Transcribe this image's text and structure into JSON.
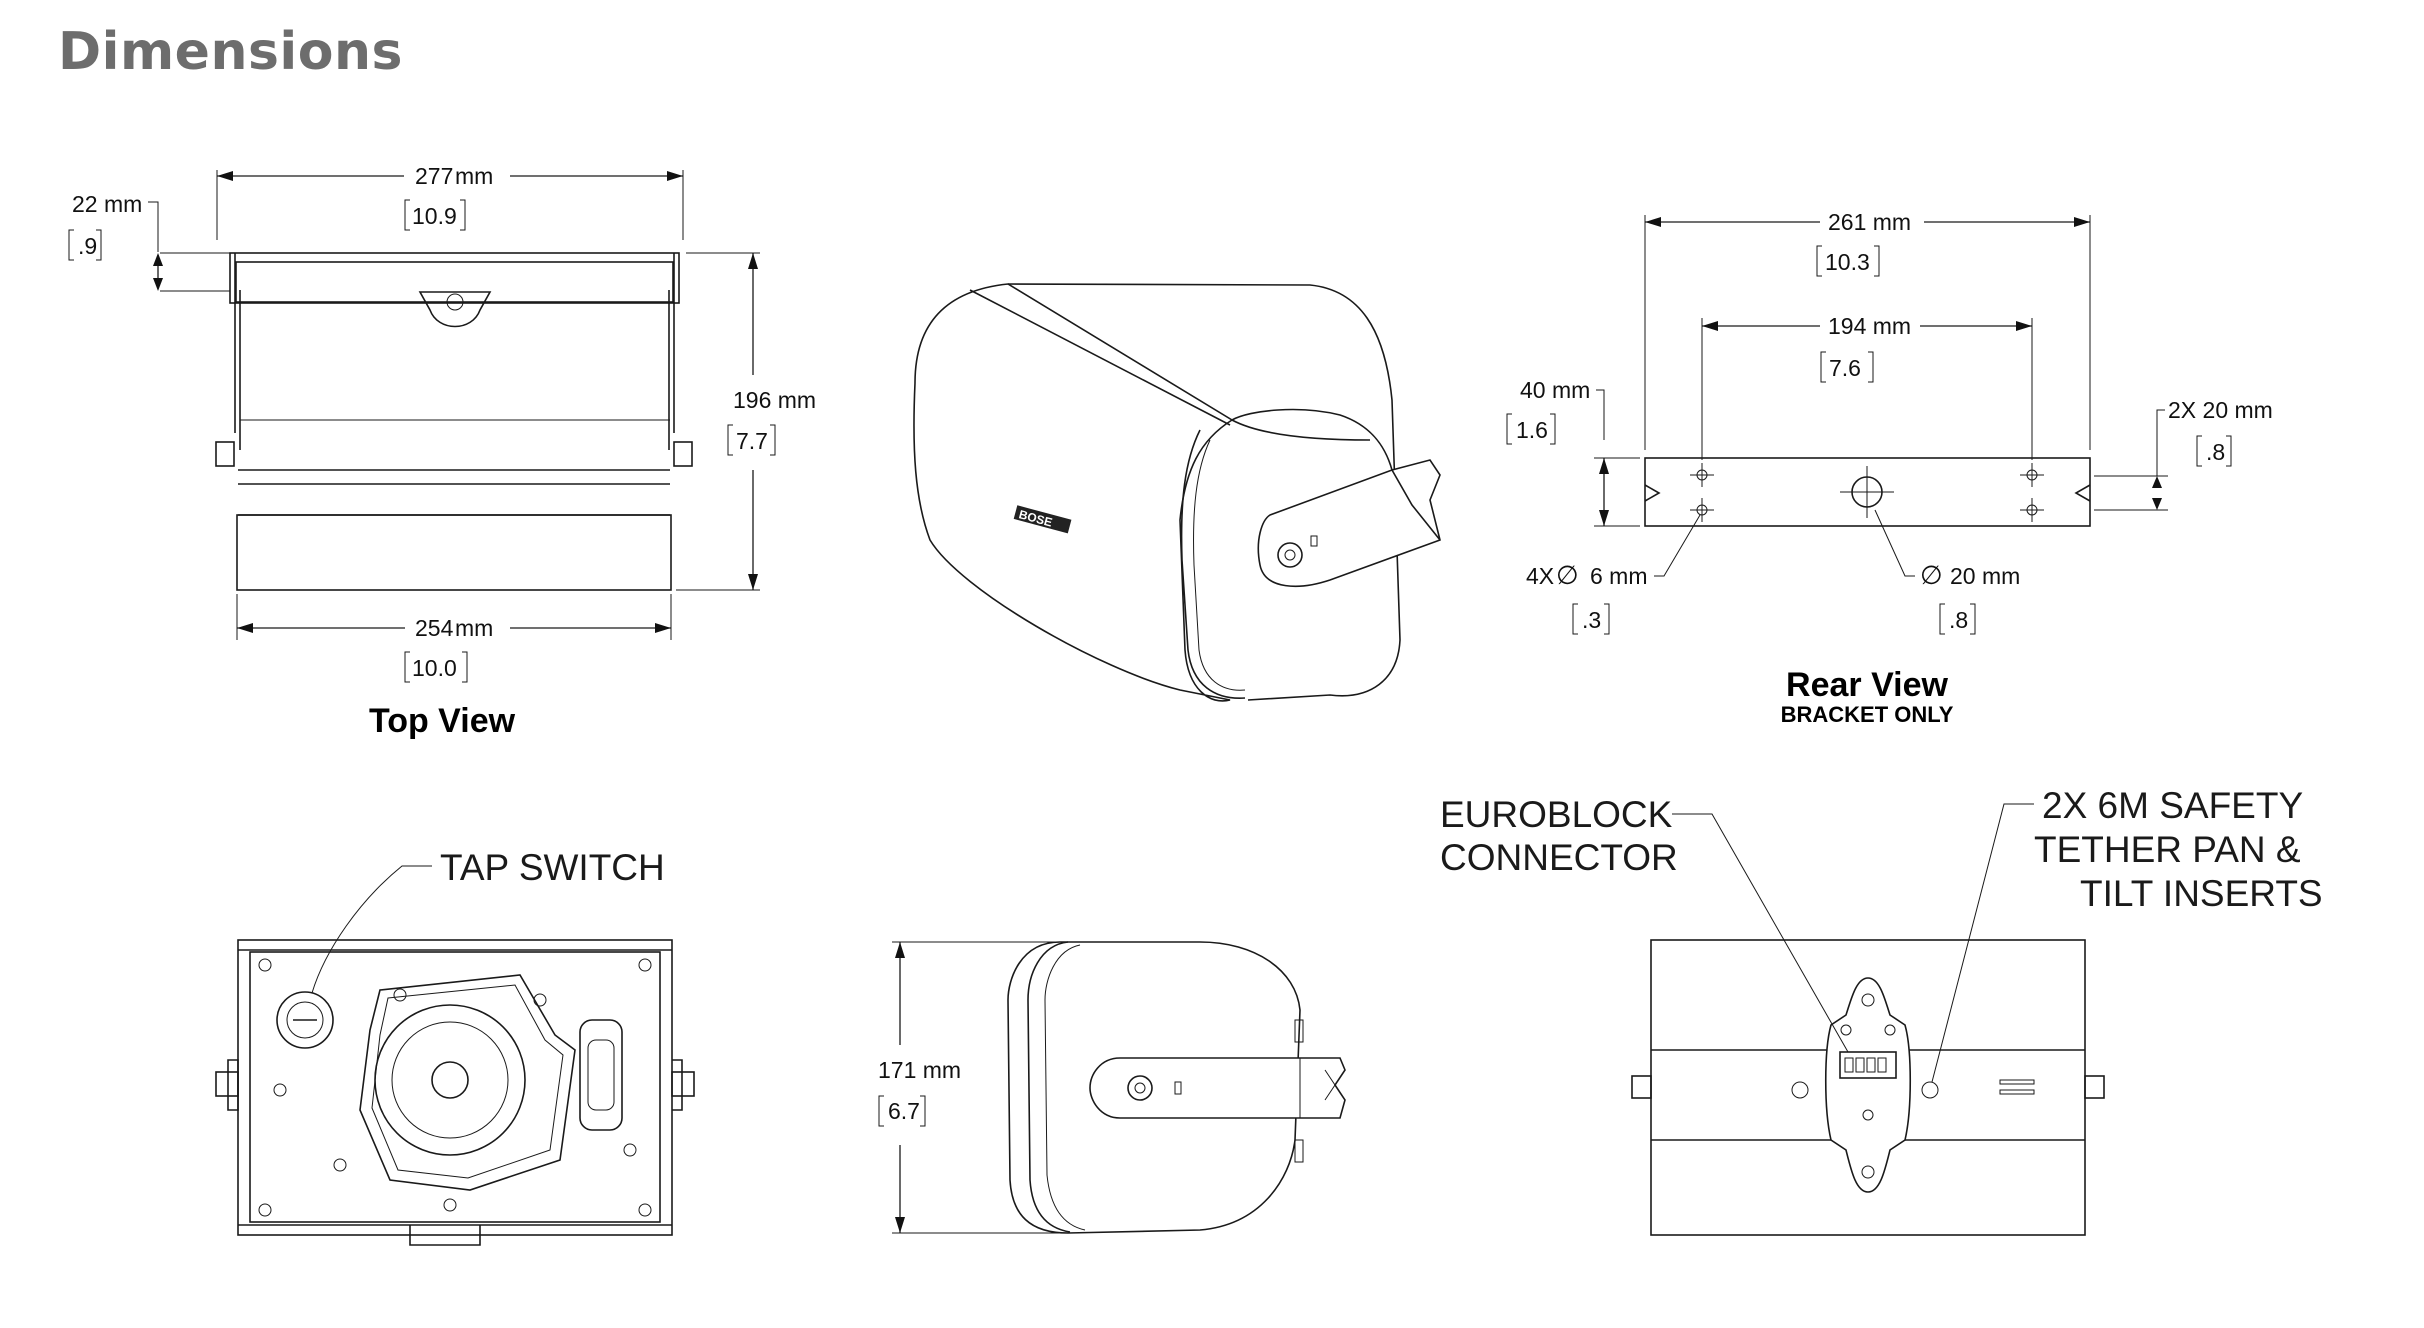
{
  "title": "Dimensions",
  "top_view": {
    "caption": "Top View",
    "width_top_mm": "277",
    "width_top_unit": "mm",
    "width_top_in": "10.9",
    "depth_mm": "22 mm",
    "depth_in": ".9",
    "height_mm": "196 mm",
    "height_in": "7.7",
    "width_bottom_mm": "254",
    "width_bottom_unit": "mm",
    "width_bottom_in": "10.0"
  },
  "rear_view": {
    "caption": "Rear View",
    "subcaption": "BRACKET ONLY",
    "width_outer_mm": "261 mm",
    "width_outer_in": "10.3",
    "width_inner_mm": "194 mm",
    "width_inner_in": "7.6",
    "height_mm": "40  mm",
    "height_in": "1.6",
    "slot_mm": "2X 20 mm",
    "slot_in": ".8",
    "holes_label": "4X",
    "holes_mm": "6  mm",
    "holes_in": ".3",
    "center_hole_mm": "20 mm",
    "center_hole_in": ".8",
    "diameter_symbol": "∅"
  },
  "front_view": {
    "tap_switch_label": "TAP SWITCH"
  },
  "side_view": {
    "height_mm": "171 mm",
    "height_in": "6.7"
  },
  "back_view": {
    "euroblock_line1": "EUROBLOCK",
    "euroblock_line2": "CONNECTOR",
    "tether_line1": "2X 6M SAFETY",
    "tether_line2": "TETHER PAN &",
    "tether_line3": "TILT INSERTS"
  },
  "iso_view": {
    "logo": "BOSE"
  }
}
